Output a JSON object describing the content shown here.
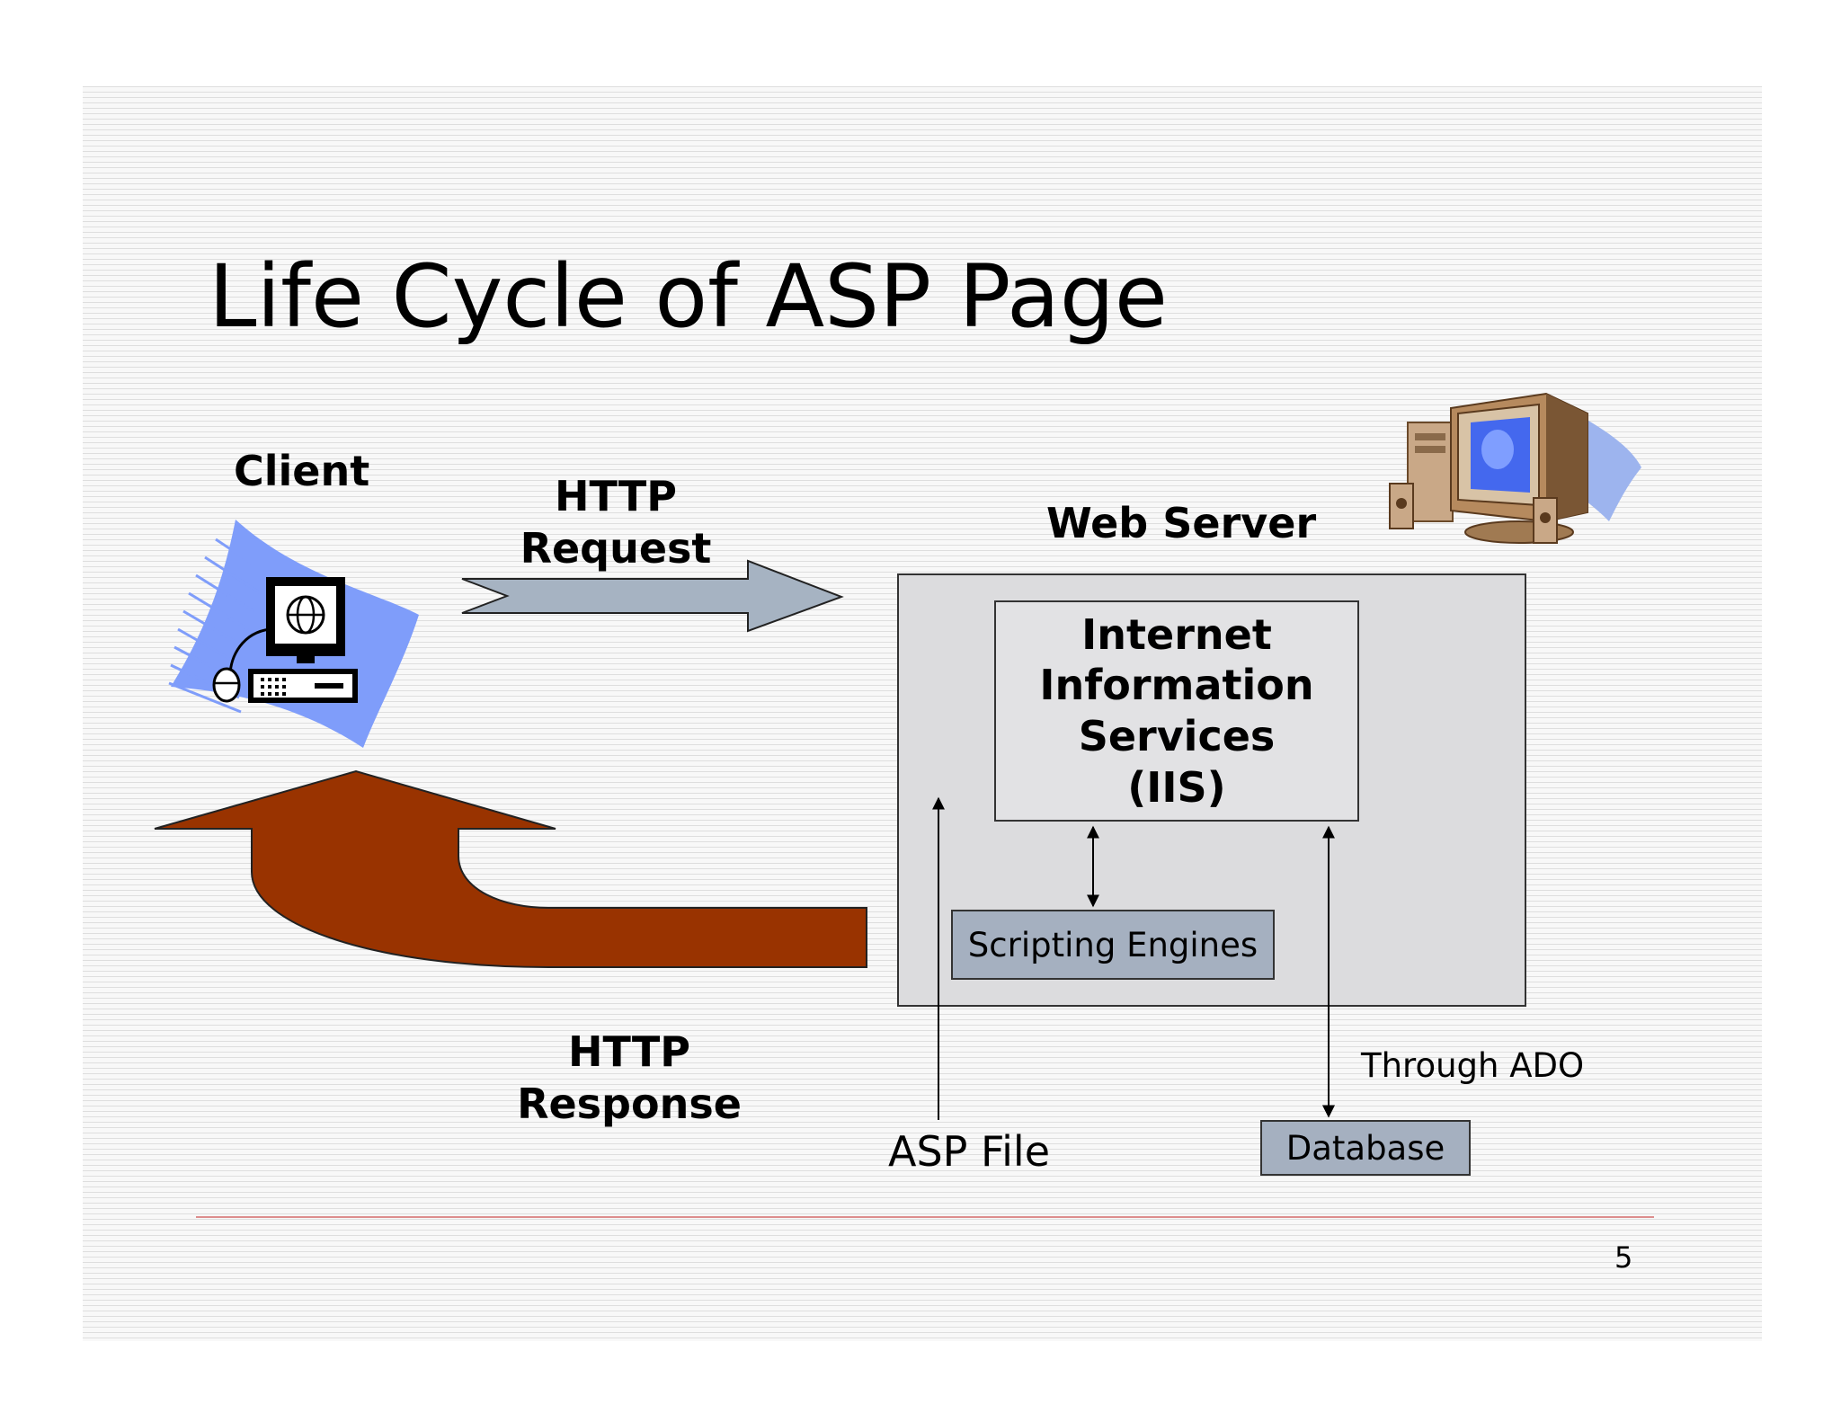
{
  "slide": {
    "title": "Life Cycle of ASP Page",
    "page_number": "5"
  },
  "diagram": {
    "client_label": "Client",
    "http_request_label": "HTTP\nRequest",
    "http_response_label": "HTTP\nResponse",
    "web_server_label": "Web Server",
    "iis_label": "Internet\nInformation\nServices\n(IIS)",
    "scripting_engines_label": "Scripting Engines",
    "asp_file_label": "ASP File",
    "through_ado_label": "Through ADO",
    "database_label": "Database"
  },
  "colors": {
    "request_arrow": "#a6b3c2",
    "response_arrow": "#993300",
    "box_fill": "#a5b0c0",
    "server_fill": "#dcdcde",
    "client_swoosh": "#7f9dfa",
    "footer_rule": "#dd8e8e"
  },
  "icons": [
    "client-computer-icon",
    "server-computer-icon"
  ]
}
